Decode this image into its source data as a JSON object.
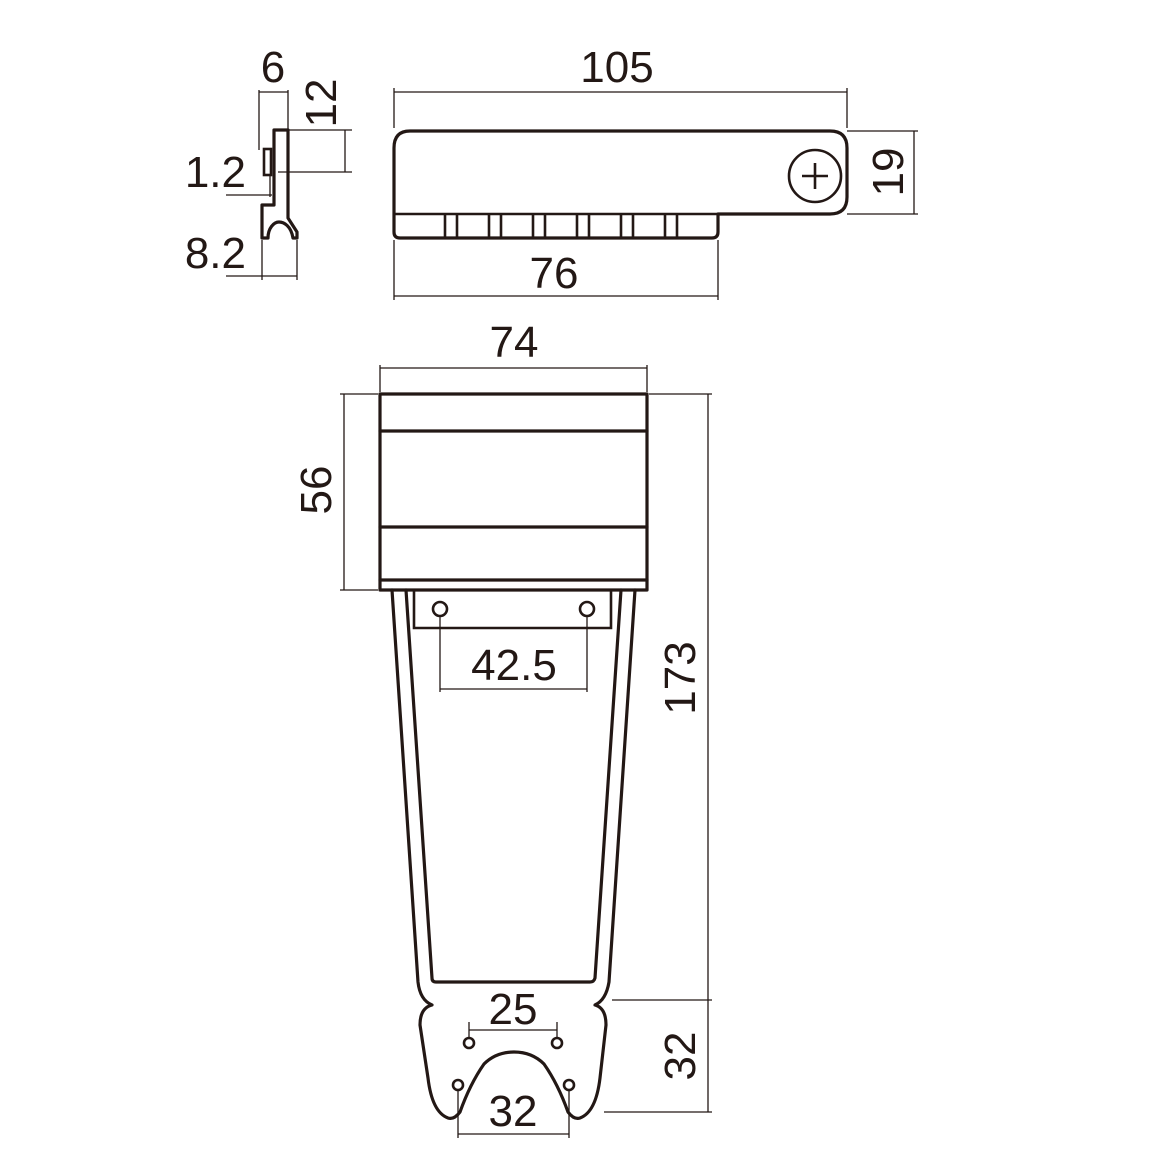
{
  "dimensions": {
    "side_thickness": "6",
    "side_slot_depth": "12",
    "side_plate": "1.2",
    "side_hook": "8.2",
    "bridge_length": "105",
    "bridge_height": "19",
    "bridge_slot_span": "76",
    "plate_width": "74",
    "plate_depth": "56",
    "mount_hole_spacing": "42.5",
    "total_length": "173",
    "tail_hole_spacing": "25",
    "tail_length": "32",
    "tail_slot_width": "32"
  },
  "colors": {
    "line": "#231815",
    "background": "#ffffff"
  }
}
